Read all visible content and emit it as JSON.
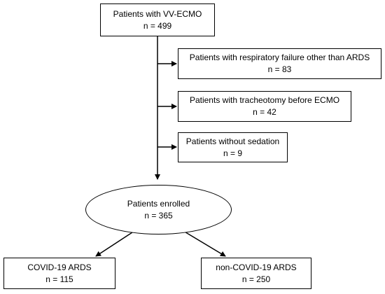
{
  "flow": {
    "total": {
      "title": "Patients with VV-ECMO",
      "count": "n = 499"
    },
    "exclusions": [
      {
        "title": "Patients with respiratory failure other than ARDS",
        "count": "n = 83"
      },
      {
        "title": "Patients with tracheotomy before ECMO",
        "count": "n = 42"
      },
      {
        "title": "Patients without sedation",
        "count": "n = 9"
      }
    ],
    "enrolled": {
      "title": "Patients enrolled",
      "count": "n = 365"
    },
    "groups": [
      {
        "title": "COVID-19 ARDS",
        "count": "n = 115"
      },
      {
        "title": "non-COVID-19 ARDS",
        "count": "n = 250"
      }
    ]
  },
  "colors": {
    "line": "#000000",
    "box_border": "#000000",
    "background": "#ffffff"
  }
}
